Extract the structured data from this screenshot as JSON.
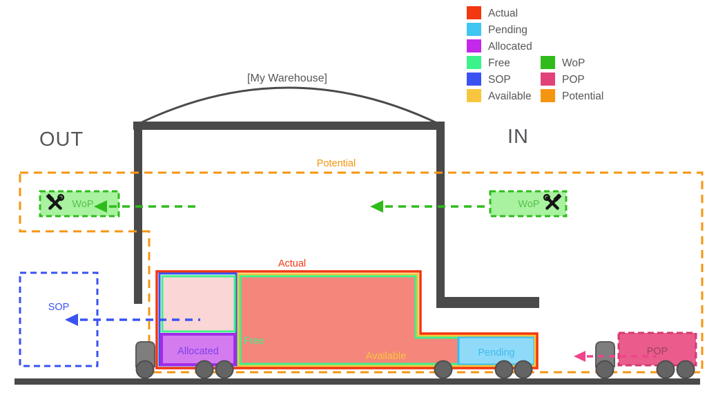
{
  "colors": {
    "actual": "#F23711",
    "pending": "#3FC6F2",
    "allocated": "#C428EA",
    "free": "#3CF28B",
    "sop": "#3A52F2",
    "available": "#F8C63E",
    "wop": "#2FBC1B",
    "pop": "#E2427A",
    "potential": "#F5950F",
    "structure_gray": "#4A4A4A",
    "text_gray": "#56565A",
    "actual_fill": "#F4867B",
    "pink_stock_fill": "#FAD6D6",
    "allocated_fill": "#D47BF0",
    "allocated_border": "#A22BE8",
    "pending_fill": "#8FDAF8",
    "wop_fill": "#A8F2A0",
    "pop_fill": "#E95C8B"
  },
  "legend": {
    "left": [
      {
        "label": "Actual",
        "color": "#F23711"
      },
      {
        "label": "Pending",
        "color": "#3FC6F2"
      },
      {
        "label": "Allocated",
        "color": "#C428EA"
      },
      {
        "label": "Free",
        "color": "#3CF28B"
      },
      {
        "label": "SOP",
        "color": "#3A52F2"
      },
      {
        "label": "Available",
        "color": "#F8C63E"
      }
    ],
    "right": [
      {
        "label": "WoP",
        "color": "#2FBC1B"
      },
      {
        "label": "POP",
        "color": "#E2427A"
      },
      {
        "label": "Potential",
        "color": "#F5950F"
      }
    ]
  },
  "warehouse": {
    "title": "[My Warehouse]",
    "out_label": "OUT",
    "in_label": "IN"
  },
  "labels": {
    "potential": "Potential",
    "actual": "Actual",
    "free": "Free",
    "available": "Available",
    "allocated": "Allocated",
    "pending": "Pending",
    "sop": "SOP",
    "wop_left": "WoP",
    "wop_right": "WoP",
    "pop": "POP"
  }
}
